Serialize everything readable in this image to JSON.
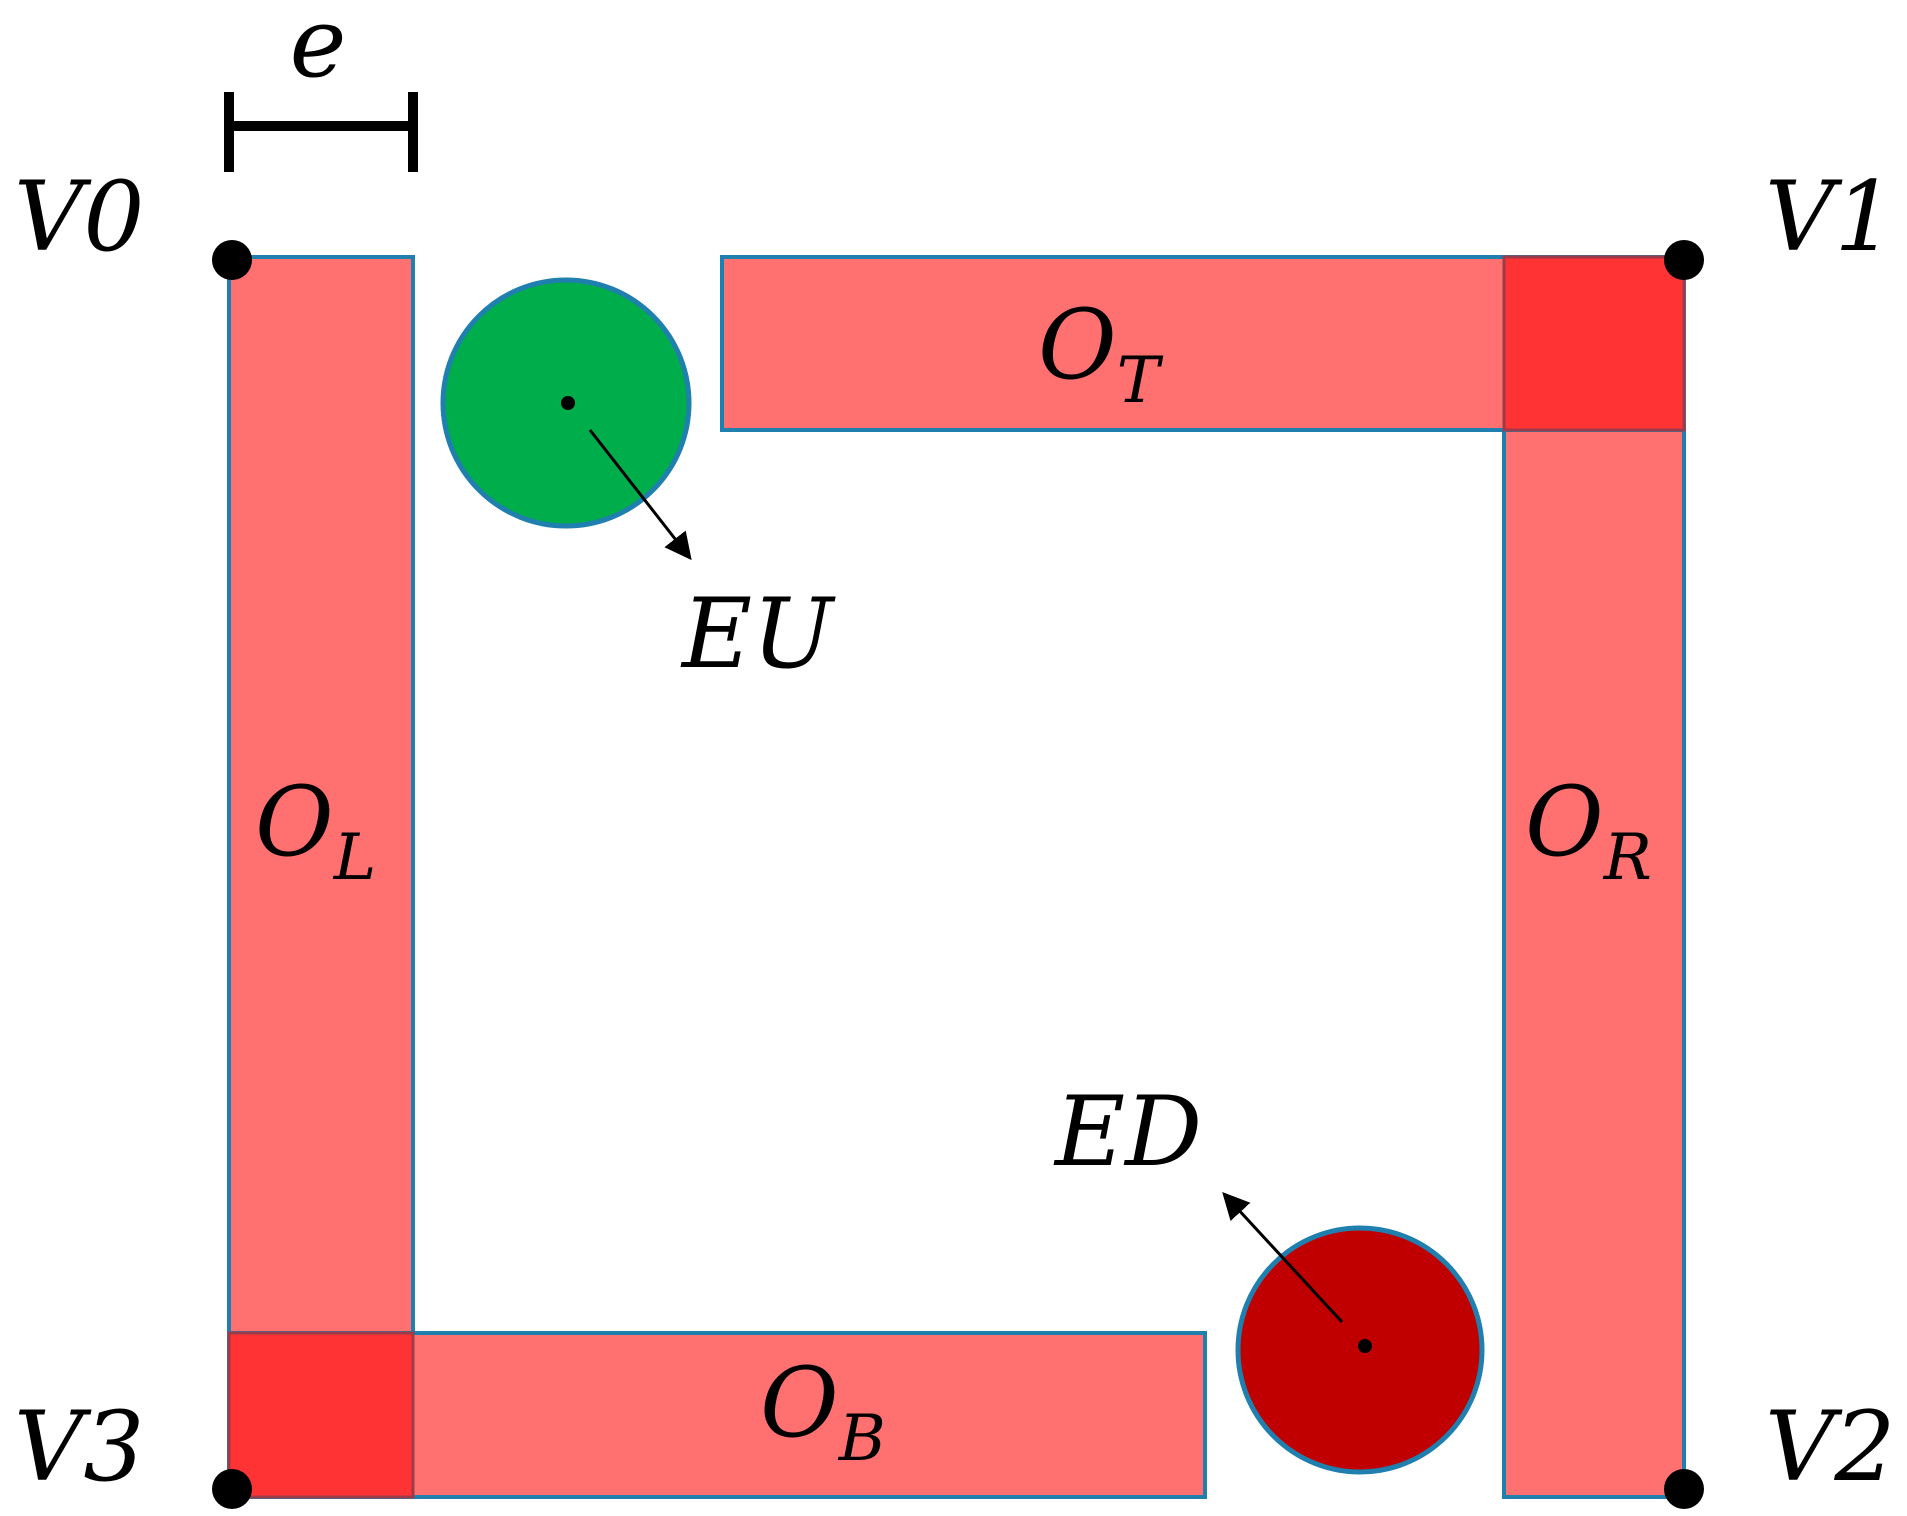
{
  "colors": {
    "obstacle_fill": "#ff7070",
    "overlap_fill": "#ff3333",
    "outline": "#1f7fae",
    "eu_fill": "#00ad4b",
    "ed_fill": "#c00000",
    "ink": "#000000",
    "background": "#ffffff"
  },
  "labels": {
    "scale": "e",
    "v0": "V0",
    "v1": "V1",
    "v2": "V2",
    "v3": "V3",
    "eu": "EU",
    "ed": "ED",
    "ot": {
      "main": "O",
      "sub": "T"
    },
    "ol": {
      "main": "O",
      "sub": "L"
    },
    "or": {
      "main": "O",
      "sub": "R"
    },
    "ob": {
      "main": "O",
      "sub": "B"
    }
  }
}
